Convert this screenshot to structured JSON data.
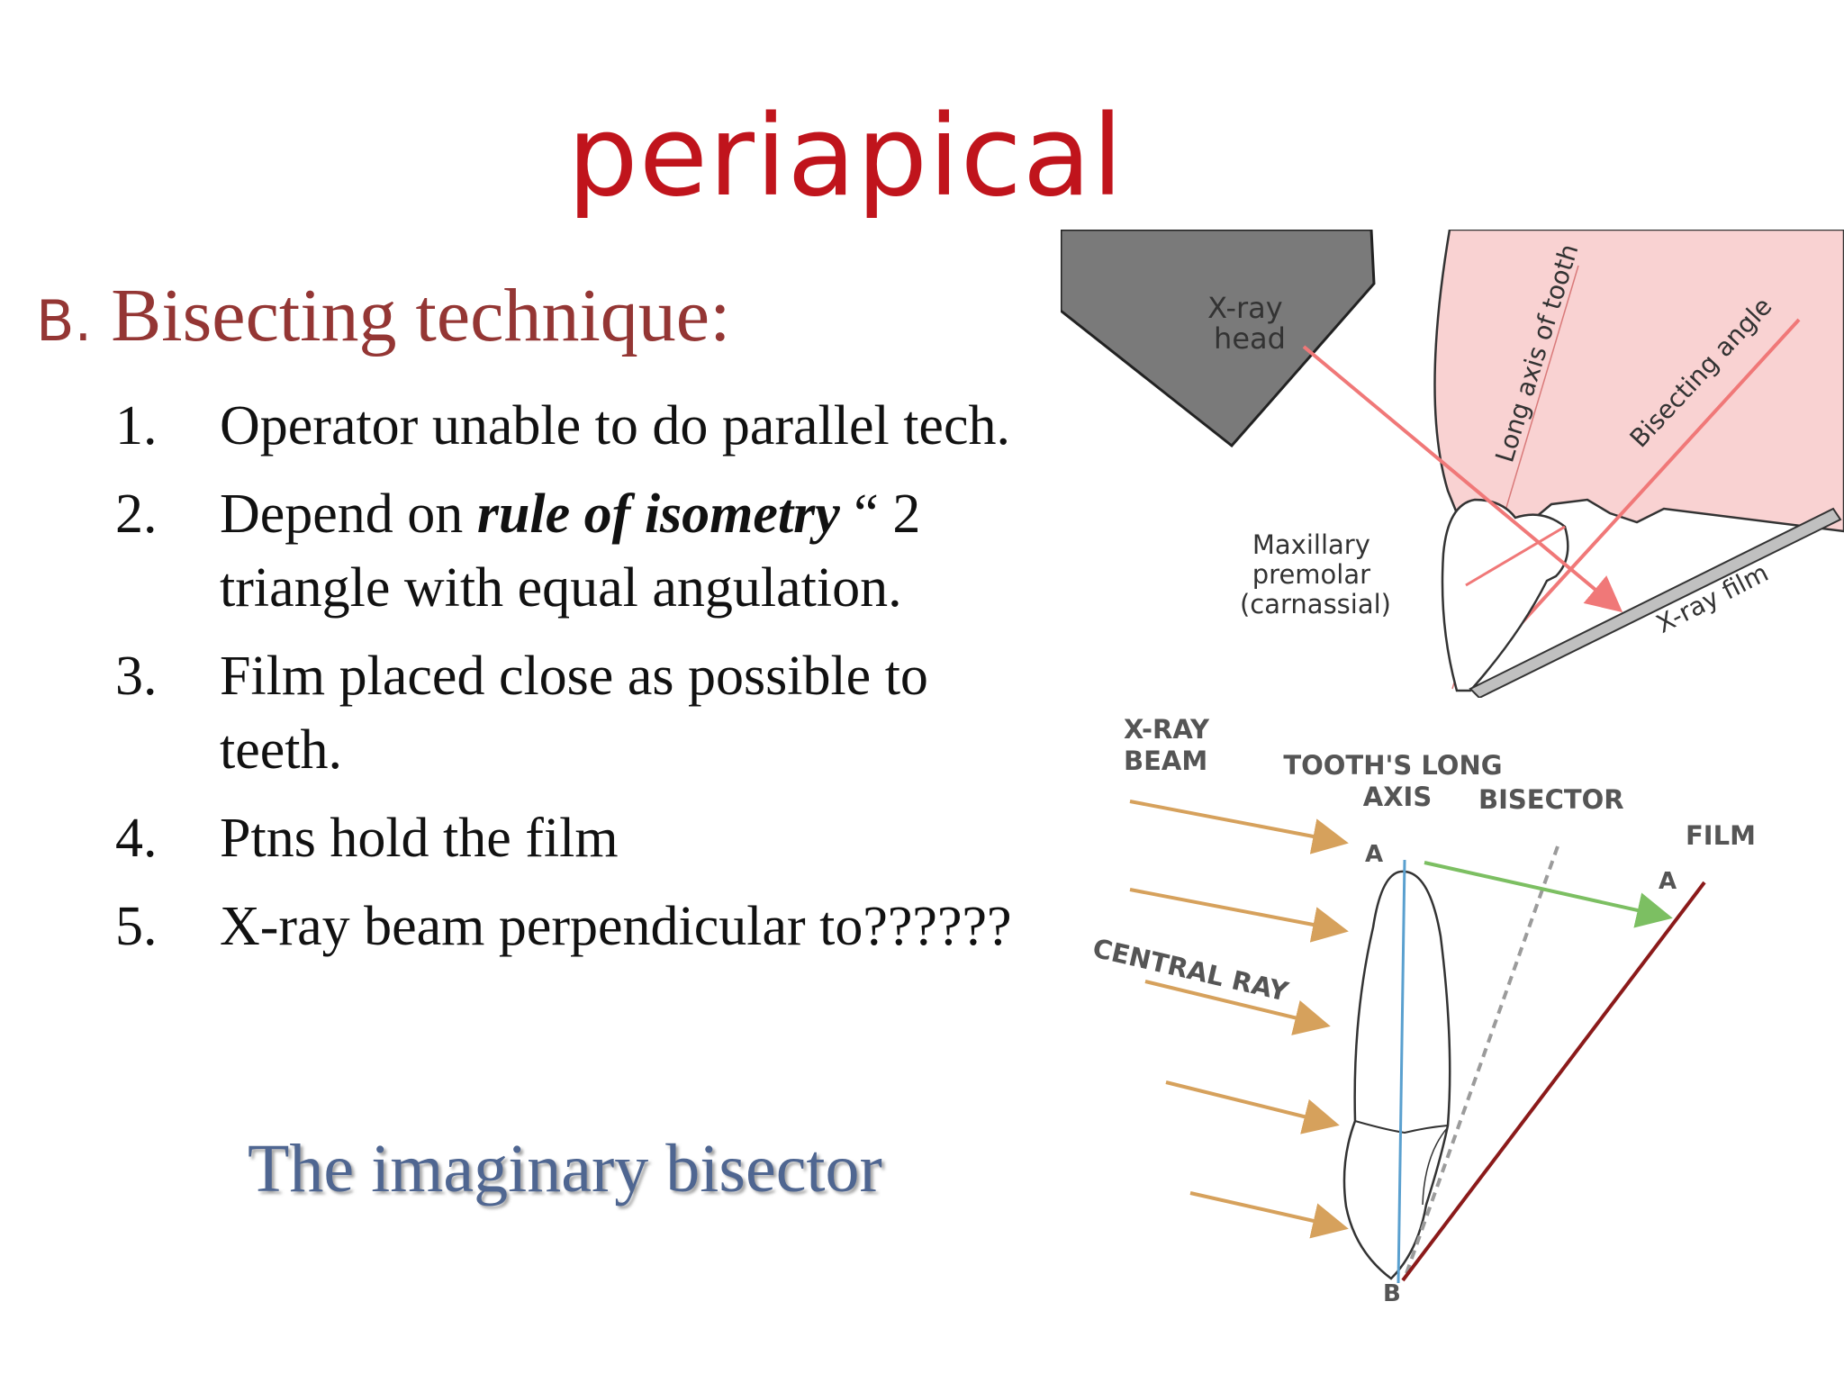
{
  "title": "periapical",
  "heading": {
    "letter": "B.",
    "text": "Bisecting technique:"
  },
  "points": [
    {
      "num": "1.",
      "text": "Operator unable to do parallel tech."
    },
    {
      "num": "2.",
      "pre": "Depend on ",
      "em": "rule of isometry",
      "post": " “ 2 triangle with equal angulation."
    },
    {
      "num": "3.",
      "text": "Film placed  close as possible to teeth."
    },
    {
      "num": "4.",
      "text": "Ptns hold the film"
    },
    {
      "num": "5.",
      "text": "X-ray beam perpendicular to??????"
    }
  ],
  "answer": "The imaginary bisector",
  "figure_top": {
    "xray_head": [
      "X-ray",
      "head"
    ],
    "long_axis": "Long axis of tooth",
    "bisecting_angle": "Bisecting angle",
    "premolar": [
      "Maxillary",
      "premolar",
      "(carnassial)"
    ],
    "film": "X-ray film"
  },
  "figure_bottom": {
    "beam": [
      "X-RAY",
      "BEAM"
    ],
    "long_axis": [
      "TOOTH'S LONG",
      "AXIS"
    ],
    "bisector": "BISECTOR",
    "film": "FILM",
    "central_ray": "CENTRAL RAY",
    "point_a": "A",
    "point_b": "B"
  },
  "colors": {
    "title": "#c0141c",
    "heading": "#943634",
    "answer": "#4f6691",
    "gum": "#f9d2d2",
    "beam": "#f07878"
  }
}
